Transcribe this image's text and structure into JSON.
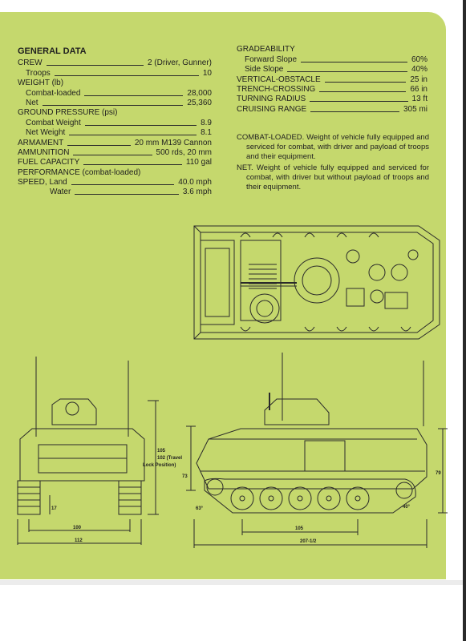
{
  "general": {
    "title": "GENERAL DATA",
    "rows": [
      {
        "label": "CREW",
        "value": "2 (Driver, Gunner)",
        "indent": 0
      },
      {
        "label": "Troops",
        "value": "10",
        "indent": 1
      },
      {
        "label": "WEIGHT  (lb)",
        "value": "",
        "indent": 0,
        "section": true
      },
      {
        "label": "Combat-loaded",
        "value": "28,000",
        "indent": 1
      },
      {
        "label": "Net",
        "value": "25,360",
        "indent": 1
      },
      {
        "label": "GROUND PRESSURE  (psi)",
        "value": "",
        "indent": 0,
        "section": true
      },
      {
        "label": "Combat Weight",
        "value": "8.9",
        "indent": 1
      },
      {
        "label": "Net Weight",
        "value": "8.1",
        "indent": 1
      },
      {
        "label": "ARMAMENT",
        "value": "20 mm M139 Cannon",
        "indent": 0
      },
      {
        "label": "AMMUNITION",
        "value": "500 rds, 20 mm",
        "indent": 0
      },
      {
        "label": "FUEL CAPACITY",
        "value": "110 gal",
        "indent": 0
      },
      {
        "label": "PERFORMANCE (combat-loaded)",
        "value": "",
        "indent": 0,
        "section": true
      },
      {
        "label": "SPEED, Land",
        "value": "40.0 mph",
        "indent": 0
      },
      {
        "label": "Water",
        "value": "3.6 mph",
        "indent": 2
      }
    ]
  },
  "capability": {
    "rows": [
      {
        "label": "GRADEABILITY",
        "value": "",
        "indent": 0,
        "section": true
      },
      {
        "label": "Forward Slope",
        "value": "60%",
        "indent": 1
      },
      {
        "label": "Side Slope",
        "value": "40%",
        "indent": 1
      },
      {
        "label": "VERTICAL-OBSTACLE",
        "value": "25 in",
        "indent": 0
      },
      {
        "label": "TRENCH-CROSSING",
        "value": "66 in",
        "indent": 0
      },
      {
        "label": "TURNING RADIUS",
        "value": "13 ft",
        "indent": 0
      },
      {
        "label": "CRUISING RANGE",
        "value": "305 mi",
        "indent": 0
      }
    ]
  },
  "notes": {
    "combat_loaded": "COMBAT-LOADED. Weight of vehicle fully equipped and serviced for combat, with driver and payload of troops and their equipment.",
    "net": "NET. Weight of vehicle fully equipped and serviced for combat, with driver but without payload of troops and their equipment."
  },
  "dimensions": {
    "front_height": "105",
    "travel_lock_1": "102 (Travel",
    "travel_lock_2": "Lock Position)",
    "front_17": "17",
    "front_width_100": "100",
    "front_width_112": "112",
    "side_73": "73",
    "side_79": "79",
    "side_63": "63°",
    "side_40": "40°",
    "side_105": "105",
    "side_length": "207-1/2"
  },
  "colors": {
    "background": "#c5d86d",
    "ink": "#1f1f1f"
  }
}
